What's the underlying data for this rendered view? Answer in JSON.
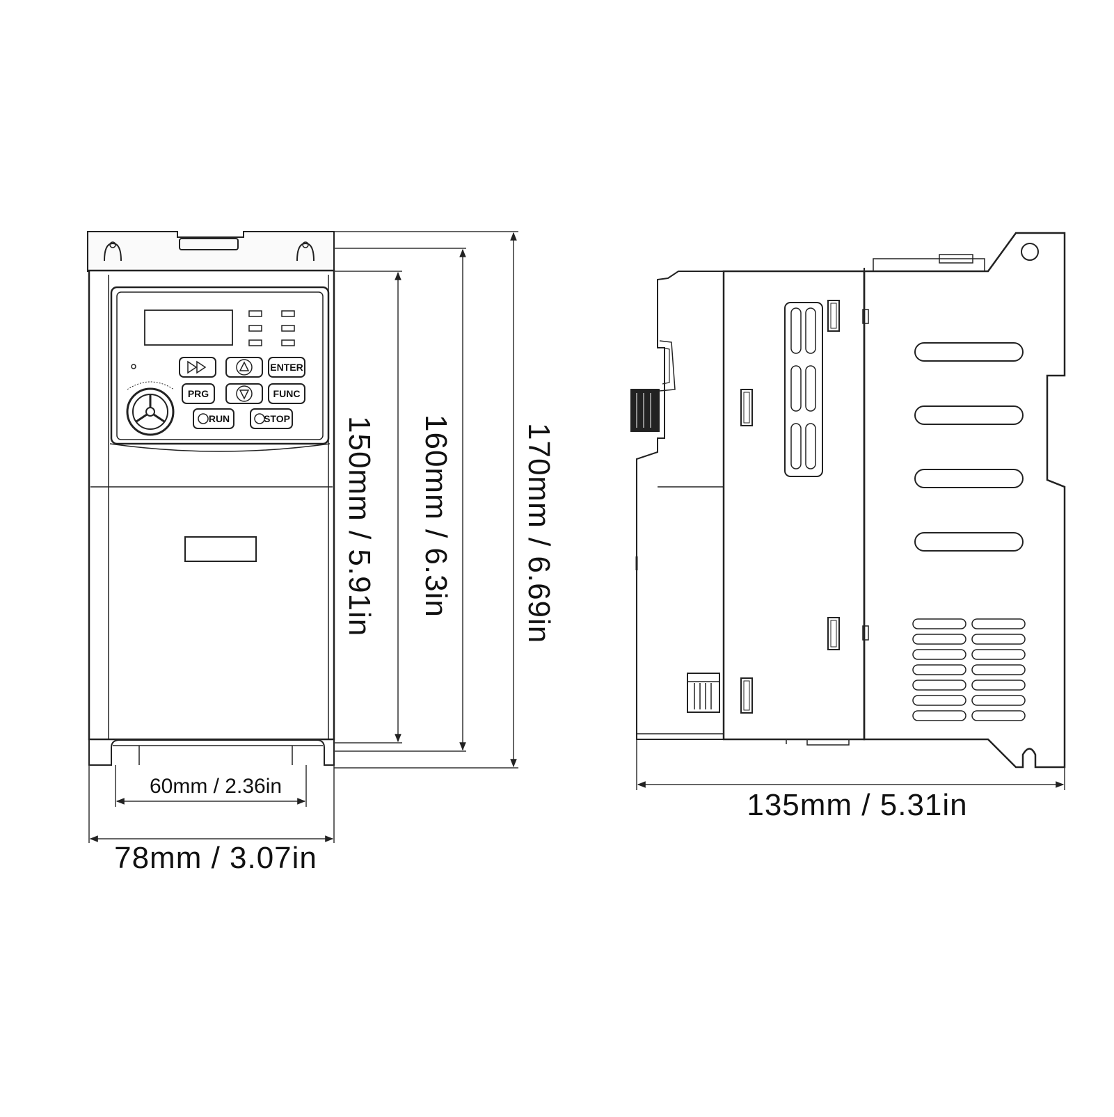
{
  "front_view": {
    "dimensions": {
      "width_total": "78mm / 3.07in",
      "width_mount": "60mm / 2.36in",
      "height_150": "150mm / 5.91in",
      "height_160": "160mm / 6.3in",
      "height_170": "170mm / 6.69in"
    },
    "keypad": {
      "enter": "ENTER",
      "prg": "PRG",
      "func": "FUNC",
      "run": "RUN",
      "stop": "STOP"
    }
  },
  "side_view": {
    "dimensions": {
      "depth": "135mm / 5.31in"
    }
  }
}
